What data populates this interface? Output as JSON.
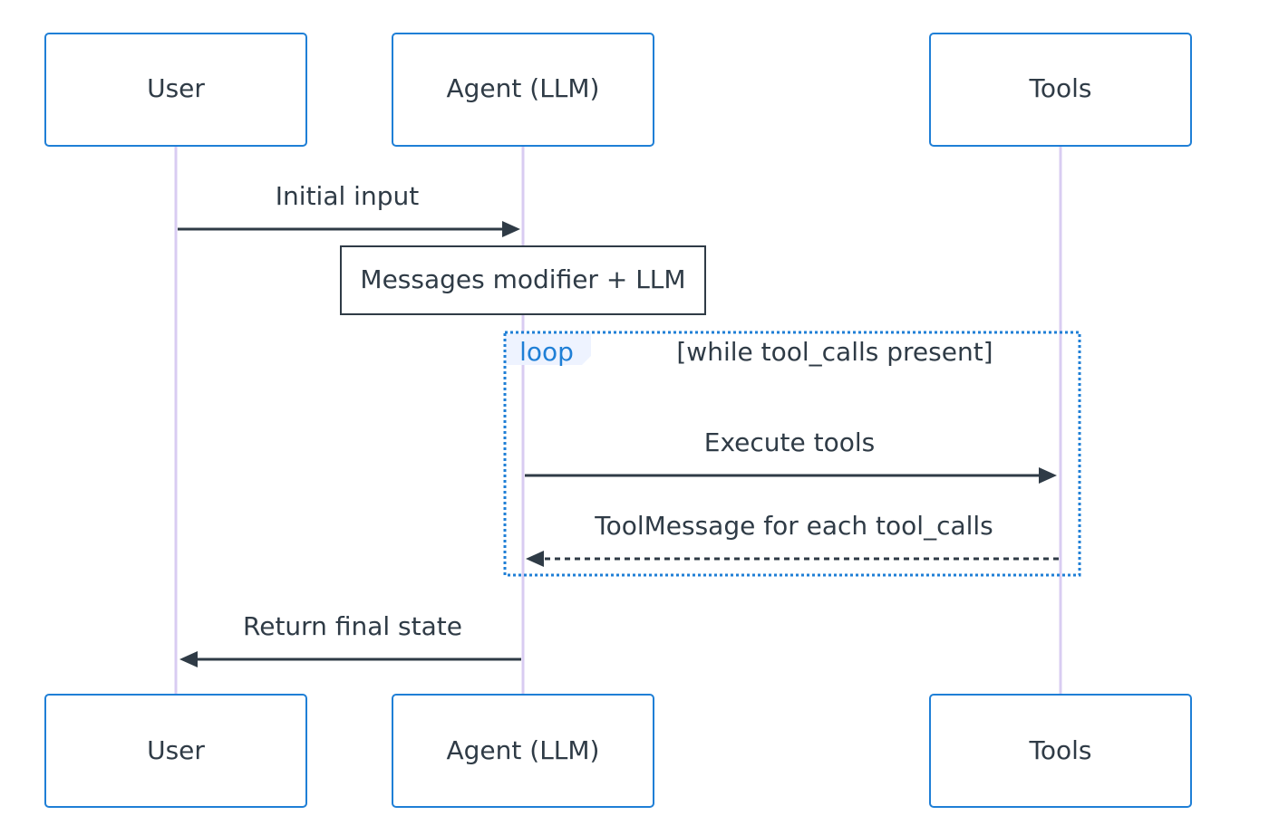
{
  "actors": {
    "user": "User",
    "agent": "Agent (LLM)",
    "tools": "Tools"
  },
  "messages": {
    "initial_input": "Initial input",
    "execute_tools": "Execute tools",
    "tool_message": "ToolMessage for each tool_calls",
    "return_final_state": "Return final state"
  },
  "note": {
    "text": "Messages modifier + LLM"
  },
  "loop": {
    "label": "loop",
    "condition": "[while tool_calls present]"
  },
  "colors": {
    "actor_border": "#1f7fd6",
    "lifeline": "#d9ccf2",
    "arrow": "#2f3b46",
    "loop_border": "#1f7fd6",
    "loop_tab": "#eef3ff"
  }
}
